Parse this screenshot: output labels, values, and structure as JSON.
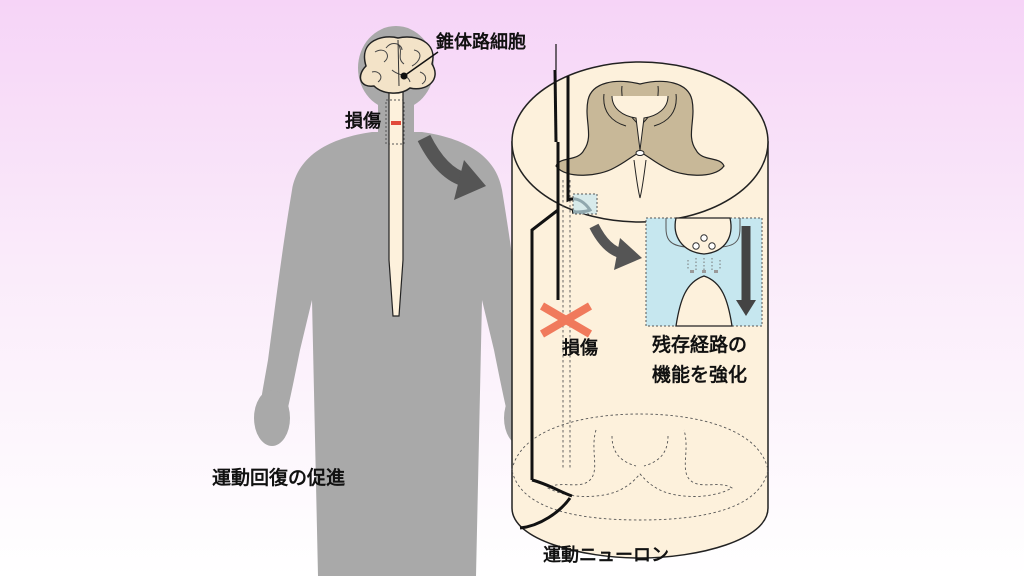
{
  "labels": {
    "pyramidal_cell": "錐体路細胞",
    "injury_brain": "損傷",
    "injury_cord": "損傷",
    "residual_pathway_line1": "残存経路の",
    "residual_pathway_line2": "機能を強化",
    "motor_recovery": "運動回復の促進",
    "motor_neuron": "運動ニューロン"
  },
  "colors": {
    "background_top": "#f6d4f7",
    "background_bottom": "#ffffff",
    "body_silhouette": "#a9a9a9",
    "spinal_cord": "#fdf1dc",
    "gray_matter": "#c8b898",
    "injury_mark": "#f07a5c",
    "synapse_panel": "#c6e7ef",
    "arrow": "#555555"
  }
}
